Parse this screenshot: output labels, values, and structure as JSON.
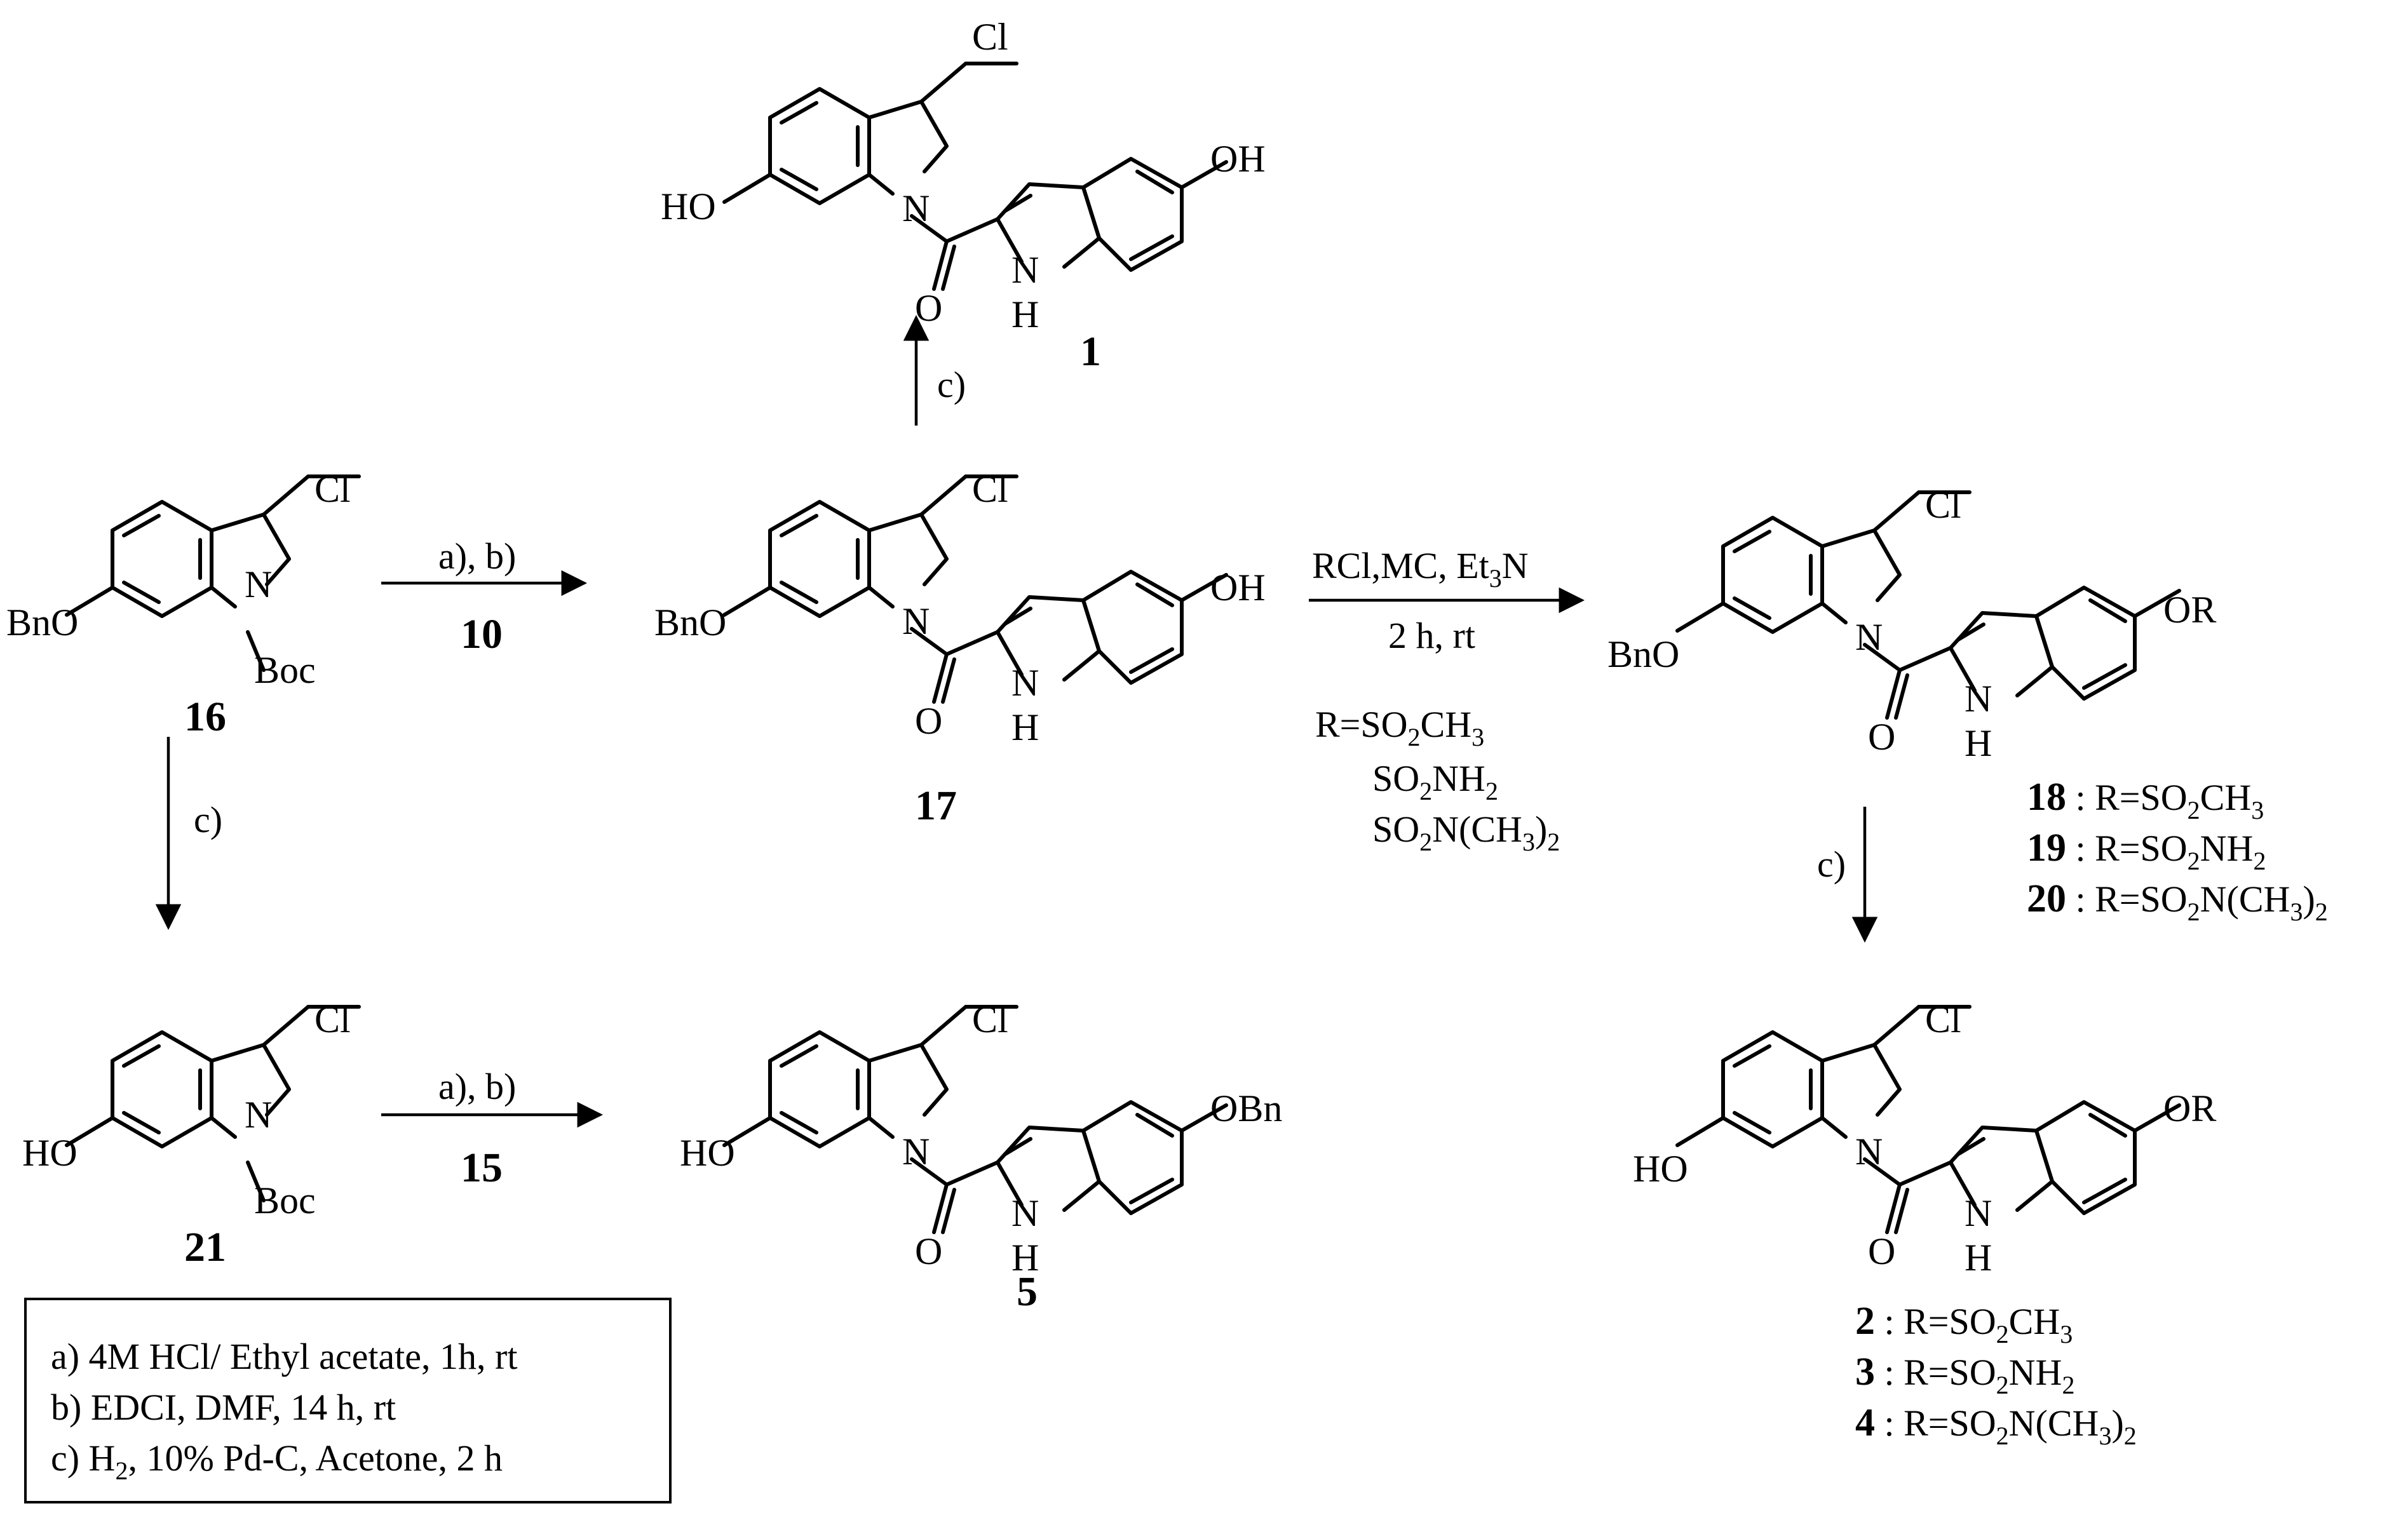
{
  "atoms": {
    "cl": "Cl",
    "oh": "OH",
    "ho": "HO",
    "bno": "BnO",
    "obn": "OBn",
    "or": "OR",
    "n": "N",
    "nh_n": "N",
    "nh_h": "H",
    "o": "O",
    "boc": "Boc"
  },
  "compounds": {
    "c1": "1",
    "c16": "16",
    "c17": "17",
    "c21": "21",
    "c5": "5",
    "c10": "10",
    "c15": "15"
  },
  "conditions": {
    "ab": "a), b)",
    "c": "c)",
    "rcl_main": "RCl,MC, Et",
    "rcl_sub": "3",
    "rcl_end": "N",
    "time": "2 h, rt"
  },
  "r_groups": {
    "r_eq": "R=SO",
    "r1_sub": "2",
    "r1_end": "CH",
    "r1_sub2": "3",
    "r2_main": "SO",
    "r2_sub": "2",
    "r2_end": "NH",
    "r2_sub2": "2",
    "r3_main": "SO",
    "r3_sub": "2",
    "r3_end": "N(CH",
    "r3_sub2": "3",
    "r3_close": ")",
    "r3_sub3": "2"
  },
  "product_lists": {
    "upper": [
      {
        "num": "18",
        "sep": " : ",
        "pre": "R=SO",
        "s1": "2",
        "mid": "CH",
        "s2": "3",
        "post": "",
        "s3": ""
      },
      {
        "num": "19",
        "sep": " : ",
        "pre": "R=SO",
        "s1": "2",
        "mid": "NH",
        "s2": "2",
        "post": "",
        "s3": ""
      },
      {
        "num": "20",
        "sep": " : ",
        "pre": "R=SO",
        "s1": "2",
        "mid": "N(CH",
        "s2": "3",
        "post": ")",
        "s3": "2"
      }
    ],
    "lower": [
      {
        "num": "2",
        "sep": " : ",
        "pre": "R=SO",
        "s1": "2",
        "mid": "CH",
        "s2": "3",
        "post": "",
        "s3": ""
      },
      {
        "num": "3",
        "sep": " : ",
        "pre": "R=SO",
        "s1": "2",
        "mid": "NH",
        "s2": "2",
        "post": "",
        "s3": ""
      },
      {
        "num": "4",
        "sep": " : ",
        "pre": "R=SO",
        "s1": "2",
        "mid": "N(CH",
        "s2": "3",
        "post": ")",
        "s3": "2"
      }
    ]
  },
  "legend": {
    "a": "a) 4M HCl/ Ethyl acetate, 1h, rt",
    "b": "b) EDCI, DMF, 14 h, rt",
    "c_pre": "c) H",
    "c_sub": "2",
    "c_post": ", 10% Pd-C, Acetone, 2 h"
  }
}
